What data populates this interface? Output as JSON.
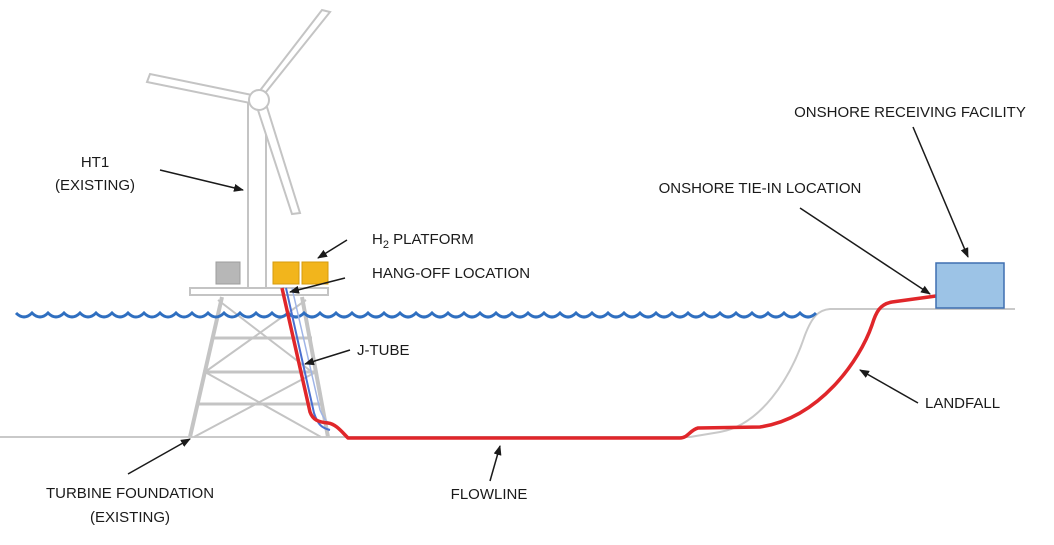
{
  "labels": {
    "ht1": "HT1",
    "ht1_sub": "(EXISTING)",
    "h2_platform_prefix": "H",
    "h2_platform_sub": "2",
    "h2_platform_suffix": " PLATFORM",
    "hang_off": "HANG-OFF LOCATION",
    "j_tube": "J-TUBE",
    "turbine_foundation": "TURBINE FOUNDATION",
    "turbine_foundation_sub": "(EXISTING)",
    "flowline": "FLOWLINE",
    "landfall": "LANDFALL",
    "onshore_tie_in": "ONSHORE TIE-IN LOCATION",
    "onshore_receiving": "ONSHORE RECEIVING FACILITY"
  },
  "colors": {
    "water": "#2f6fc0",
    "flowline": "#e0262a",
    "structure": "#cfcfcf",
    "platform_box": "#f2b51c",
    "grey_box": "#b7b7b7",
    "facility": "#9cc3e6",
    "facility_border": "#3f6fb0",
    "jtube_blue": "#4a6fd0"
  }
}
